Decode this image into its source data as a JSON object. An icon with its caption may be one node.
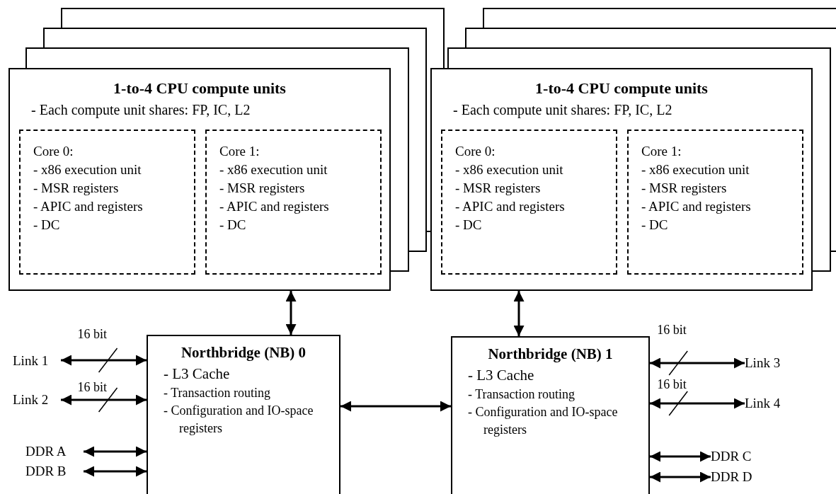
{
  "diagram": {
    "nodes": [
      {
        "text": [
          "1-to-4 CPU compute units",
          "- Each compute unit shares: FP, IC, L2"
        ]
      },
      {
        "text": [
          "Core 0:",
          "- x86 execution unit",
          "- MSR registers",
          "- APIC and registers",
          "- DC"
        ],
        "in": 0
      },
      {
        "text": [
          "Core 1:",
          "- x86 execution unit",
          "- MSR registers",
          "- APIC and registers",
          "- DC"
        ],
        "in": 0
      },
      {
        "text": [
          "1-to-4 CPU compute units",
          "- Each compute unit shares: FP, IC, L2"
        ]
      },
      {
        "text": [
          "Core 0:",
          "- x86 execution unit",
          "- MSR registers",
          "- APIC and registers",
          "- DC"
        ],
        "in": 3
      },
      {
        "text": [
          "Core 1:",
          "- x86 execution unit",
          "- MSR registers",
          "- APIC and registers",
          "- DC"
        ],
        "in": 3
      },
      {
        "text": [
          "Northbridge (NB) 0",
          "- L3 Cache",
          "- Transaction routing",
          "- Configuration and IO-space registers"
        ]
      },
      {
        "text": [
          "Northbridge (NB) 1",
          "- L3 Cache",
          "- Transaction routing",
          "- Configuration and IO-space registers"
        ]
      },
      {
        "text": [
          "Link 1"
        ]
      },
      {
        "text": [
          "Link 2"
        ]
      },
      {
        "text": [
          "DDR A"
        ]
      },
      {
        "text": [
          "DDR B"
        ]
      },
      {
        "text": [
          "Link 3"
        ]
      },
      {
        "text": [
          "Link 4"
        ]
      },
      {
        "text": [
          "DDR C"
        ]
      },
      {
        "text": [
          "DDR D"
        ]
      }
    ],
    "edges": [
      {
        "from": 0,
        "to": 6,
        "arrow": "both"
      },
      {
        "from": 3,
        "to": 7,
        "arrow": "both"
      },
      {
        "from": 6,
        "to": 7,
        "arrow": "both"
      },
      {
        "from": 8,
        "to": 6,
        "arrow": "both",
        "label": "16 bit"
      },
      {
        "from": 9,
        "to": 6,
        "arrow": "both",
        "label": "16 bit"
      },
      {
        "from": 10,
        "to": 6,
        "arrow": "both"
      },
      {
        "from": 11,
        "to": 6,
        "arrow": "both"
      },
      {
        "from": 7,
        "to": 12,
        "arrow": "both",
        "label": "16 bit"
      },
      {
        "from": 7,
        "to": 13,
        "arrow": "both",
        "label": "16 bit"
      },
      {
        "from": 7,
        "to": 14,
        "arrow": "both"
      },
      {
        "from": 7,
        "to": 15,
        "arrow": "both"
      }
    ]
  }
}
